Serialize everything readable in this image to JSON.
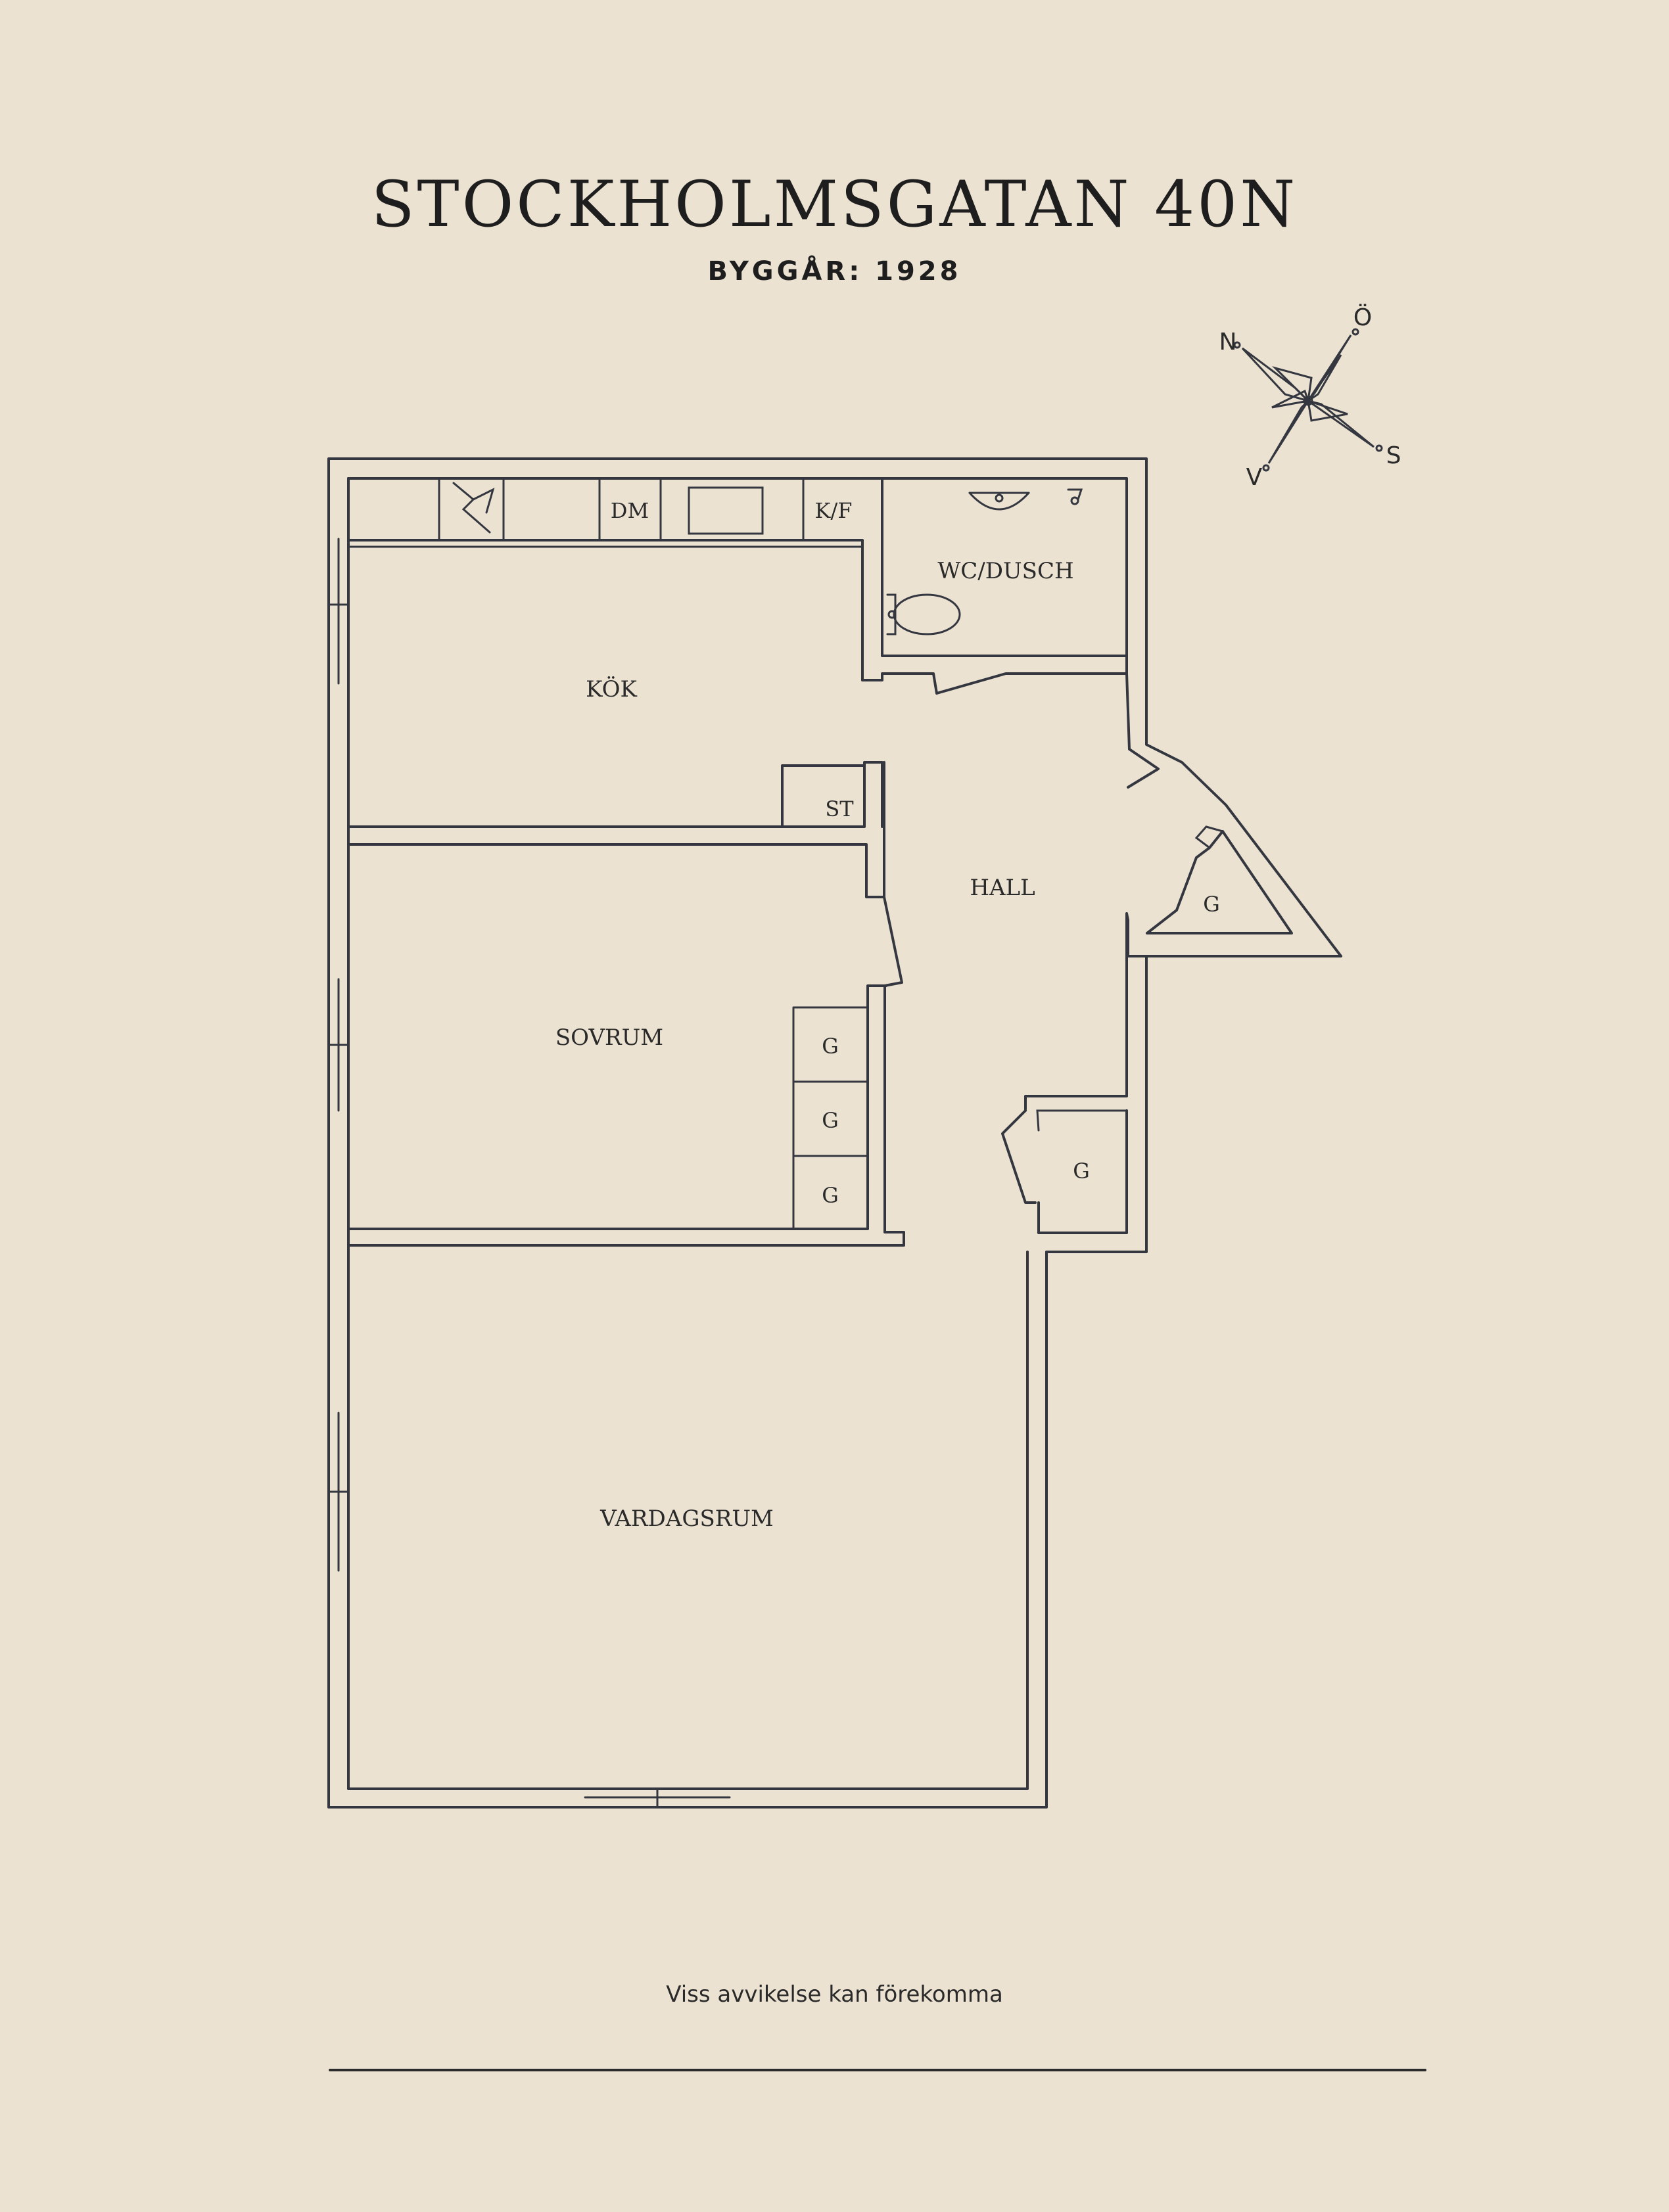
{
  "header": {
    "title": "STOCKHOLMSGATAN 40N",
    "subtitle": "BYGGÅR: 1928"
  },
  "compass": {
    "n": "N",
    "e": "Ö",
    "s": "S",
    "w": "V"
  },
  "rooms": {
    "kitchen": "KÖK",
    "bathroom": "WC/DUSCH",
    "hall": "HALL",
    "bedroom": "SOVRUM",
    "living": "VARDAGSRUM"
  },
  "fixtures": {
    "dishwasher": "DM",
    "fridge_freezer": "K/F",
    "storage": "ST",
    "wardrobe": "G"
  },
  "footer": {
    "note": "Viss avvikelse kan förekomma"
  },
  "colors": {
    "background": "#ebe2d2",
    "ink": "#34373f"
  }
}
